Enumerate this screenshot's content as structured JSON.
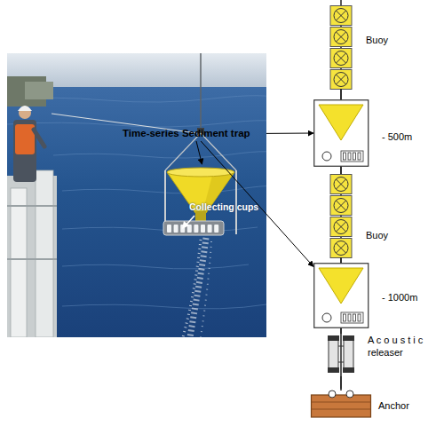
{
  "diagram": {
    "nodes": [
      {
        "text": [
          "Collecting cups"
        ]
      },
      {
        "text": [
          "Time-series Sediment trap"
        ]
      },
      {
        "text": [
          "Buoy"
        ]
      },
      {
        "text": [
          "- 500m"
        ]
      },
      {
        "text": [
          "Buoy"
        ]
      },
      {
        "text": [
          "- 1000m"
        ]
      },
      {
        "text": [
          "A c o u s t i c releaser"
        ]
      },
      {
        "text": [
          "Anchor"
        ]
      }
    ],
    "edges": [
      {
        "from": 1,
        "to": 0,
        "arrow": "to"
      },
      {
        "from": 1,
        "to": 3,
        "arrow": "to"
      },
      {
        "from": 1,
        "to": 5,
        "arrow": "to"
      },
      {
        "from": 2,
        "to": 3,
        "arrow": "none"
      },
      {
        "from": 3,
        "to": 4,
        "arrow": "none"
      },
      {
        "from": 4,
        "to": 5,
        "arrow": "none"
      },
      {
        "from": 5,
        "to": 6,
        "arrow": "none"
      },
      {
        "from": 6,
        "to": 7,
        "arrow": "none"
      }
    ]
  }
}
